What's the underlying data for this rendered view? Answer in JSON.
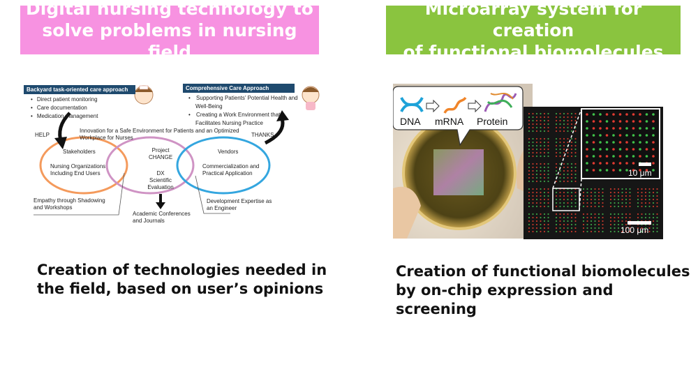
{
  "colors": {
    "banner_left": "#f792e1",
    "banner_right": "#8ac43f",
    "orange_ellipse": "#f49a5c",
    "pink_ellipse": "#cf93c4",
    "blue_ellipse": "#34a6df",
    "header_dark": "#1f4a6e"
  },
  "left": {
    "banner": {
      "line1": "Digital nursing technology to",
      "line2": "solve problems in nursing field"
    },
    "caption": {
      "line1": "Creation of technologies needed in",
      "line2": "the field, based on user’s opinions"
    },
    "diagram": {
      "backyard": {
        "header": "Backyard task-oriented care approach",
        "items": [
          "Direct patient monitoring",
          "Care documentation",
          "Medication management"
        ]
      },
      "comprehensive": {
        "header": "Comprehensive Care Approach",
        "items": [
          {
            "line1": "Supporting Patients’ Potential Health and",
            "line2": "Well-Being"
          },
          {
            "line1": "Creating a Work Environment that",
            "line2": "Facilitates Nursing Practice"
          }
        ]
      },
      "help": "HELP",
      "thanks": "THANKS",
      "innovation": {
        "line1": "Innovation for a Safe Environment for Patients and an Optimized",
        "line2": "Workplace for Nurses"
      },
      "stakeholders": "Stakeholders",
      "nursing_orgs": {
        "line1": "Nursing Organizations",
        "line2": "Including End Users"
      },
      "project": {
        "line1": "Project",
        "line2": "CHANGE"
      },
      "dx": {
        "line1": "DX",
        "line2": "Scientific Evaluation"
      },
      "vendors": "Vendors",
      "commercialization": {
        "line1": "Commercialization and",
        "line2": "Practical Application"
      },
      "empathy": {
        "line1": "Empathy through Shadowing",
        "line2": "and Workshops"
      },
      "academic": {
        "line1": "Academic Conferences",
        "line2": "and Journals"
      },
      "development": {
        "line1": "Development Expertise as",
        "line2": "an Engineer"
      }
    }
  },
  "right": {
    "banner": {
      "line1": "Microarray system for creation",
      "line2": "of functional biomolecules"
    },
    "caption": {
      "line1": "Creation of functional biomolecules",
      "line2": "by on-chip expression and screening"
    },
    "figure": {
      "dna": "DNA",
      "mrna": "mRNA",
      "protein": "Protein",
      "scale_small": "10 μm",
      "scale_large": "100 μm"
    }
  }
}
